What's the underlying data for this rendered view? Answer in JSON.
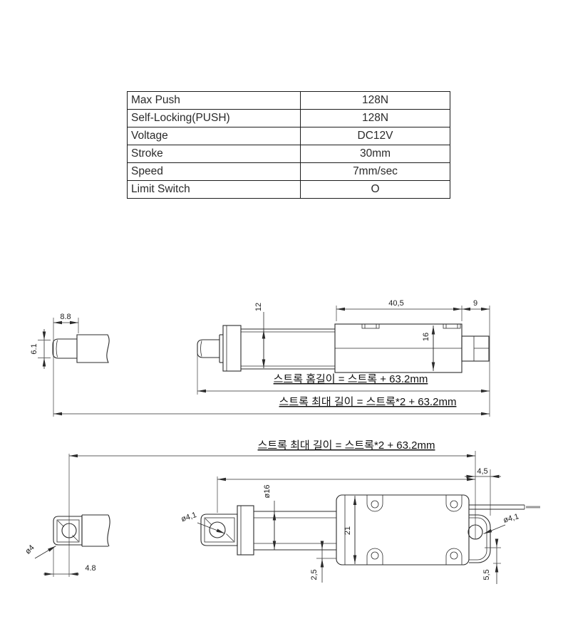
{
  "spec_table": {
    "rows": [
      {
        "label": "Max Push",
        "value": "128N"
      },
      {
        "label": "Self-Locking(PUSH)",
        "value": "128N"
      },
      {
        "label": "Voltage",
        "value": "DC12V"
      },
      {
        "label": "Stroke",
        "value": "30mm"
      },
      {
        "label": "Speed",
        "value": "7mm/sec"
      },
      {
        "label": "Limit Switch",
        "value": "O"
      }
    ]
  },
  "drawing_side_view": {
    "dim_rod_tip_length": "8.8",
    "dim_rod_tip_diameter": "6.1",
    "dim_tube_diameter": "12",
    "dim_housing_length": "40,5",
    "dim_connector_length": "9",
    "dim_housing_height": "16",
    "note_home_length": "스트록 홈길이 = 스트록 + 63.2mm",
    "note_max_length": "스트록 최대 길이 = 스트록*2 + 63.2mm"
  },
  "drawing_top_view": {
    "note_max_length": "스트록 최대 길이 = 스트록*2 + 63.2mm",
    "dim_tab_offset": "4,5",
    "dim_tube_diameter": "ø16",
    "dim_rod_hole_diameter": "ø4,1",
    "dim_tab_hole_diameter": "ø4,1",
    "dim_housing_width": "21",
    "dim_tube_offset": "2,5",
    "dim_tab_height": "5,5",
    "dim_detail_hole_diameter": "ø4",
    "dim_detail_hole_offset": "4.8"
  },
  "colors": {
    "line": "#2b2b2b",
    "text": "#1e1e1e",
    "background": "#ffffff"
  }
}
